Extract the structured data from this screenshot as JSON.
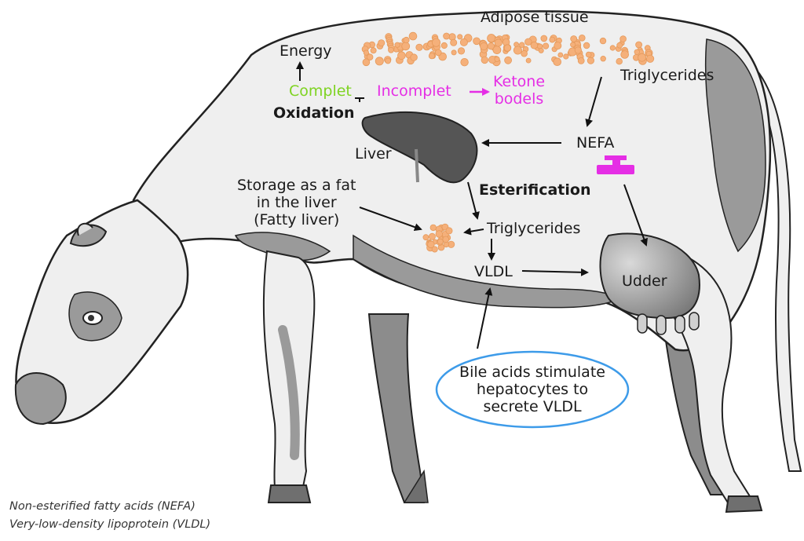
{
  "labels": {
    "adipose": "Adipose tissue",
    "energy": "Energy",
    "complete": "Complet",
    "incomplete": "Incomplet",
    "ketone": "Ketone\nbodels",
    "oxidation": "Oxidation",
    "triglycerides_top": "Triglycerides",
    "liver": "Liver",
    "nefa": "NEFA",
    "esterification": "Esterification",
    "storage": "Storage as a fat\nin the liver\n(Fatty liver)",
    "triglycerides_mid": "Triglycerides",
    "vldl": "VLDL",
    "udder": "Udder",
    "bile": "Bile acids stimulate\nhepatocytes to\nsecrete VLDL"
  },
  "footnotes": {
    "nefa": "Non-esterified fatty acids (NEFA)",
    "vldl": "Very-low-density lipoprotein (VLDL)"
  },
  "colors": {
    "complete": "#7ed321",
    "incomplete": "#e52ee5",
    "fat": "#f5b07a",
    "bile_border": "#3d9be9",
    "body_light": "#efefef",
    "body_dark": "#8c8c8c",
    "liver": "#555555"
  },
  "icons": {
    "enzyme": "magenta-enzyme-icon"
  }
}
